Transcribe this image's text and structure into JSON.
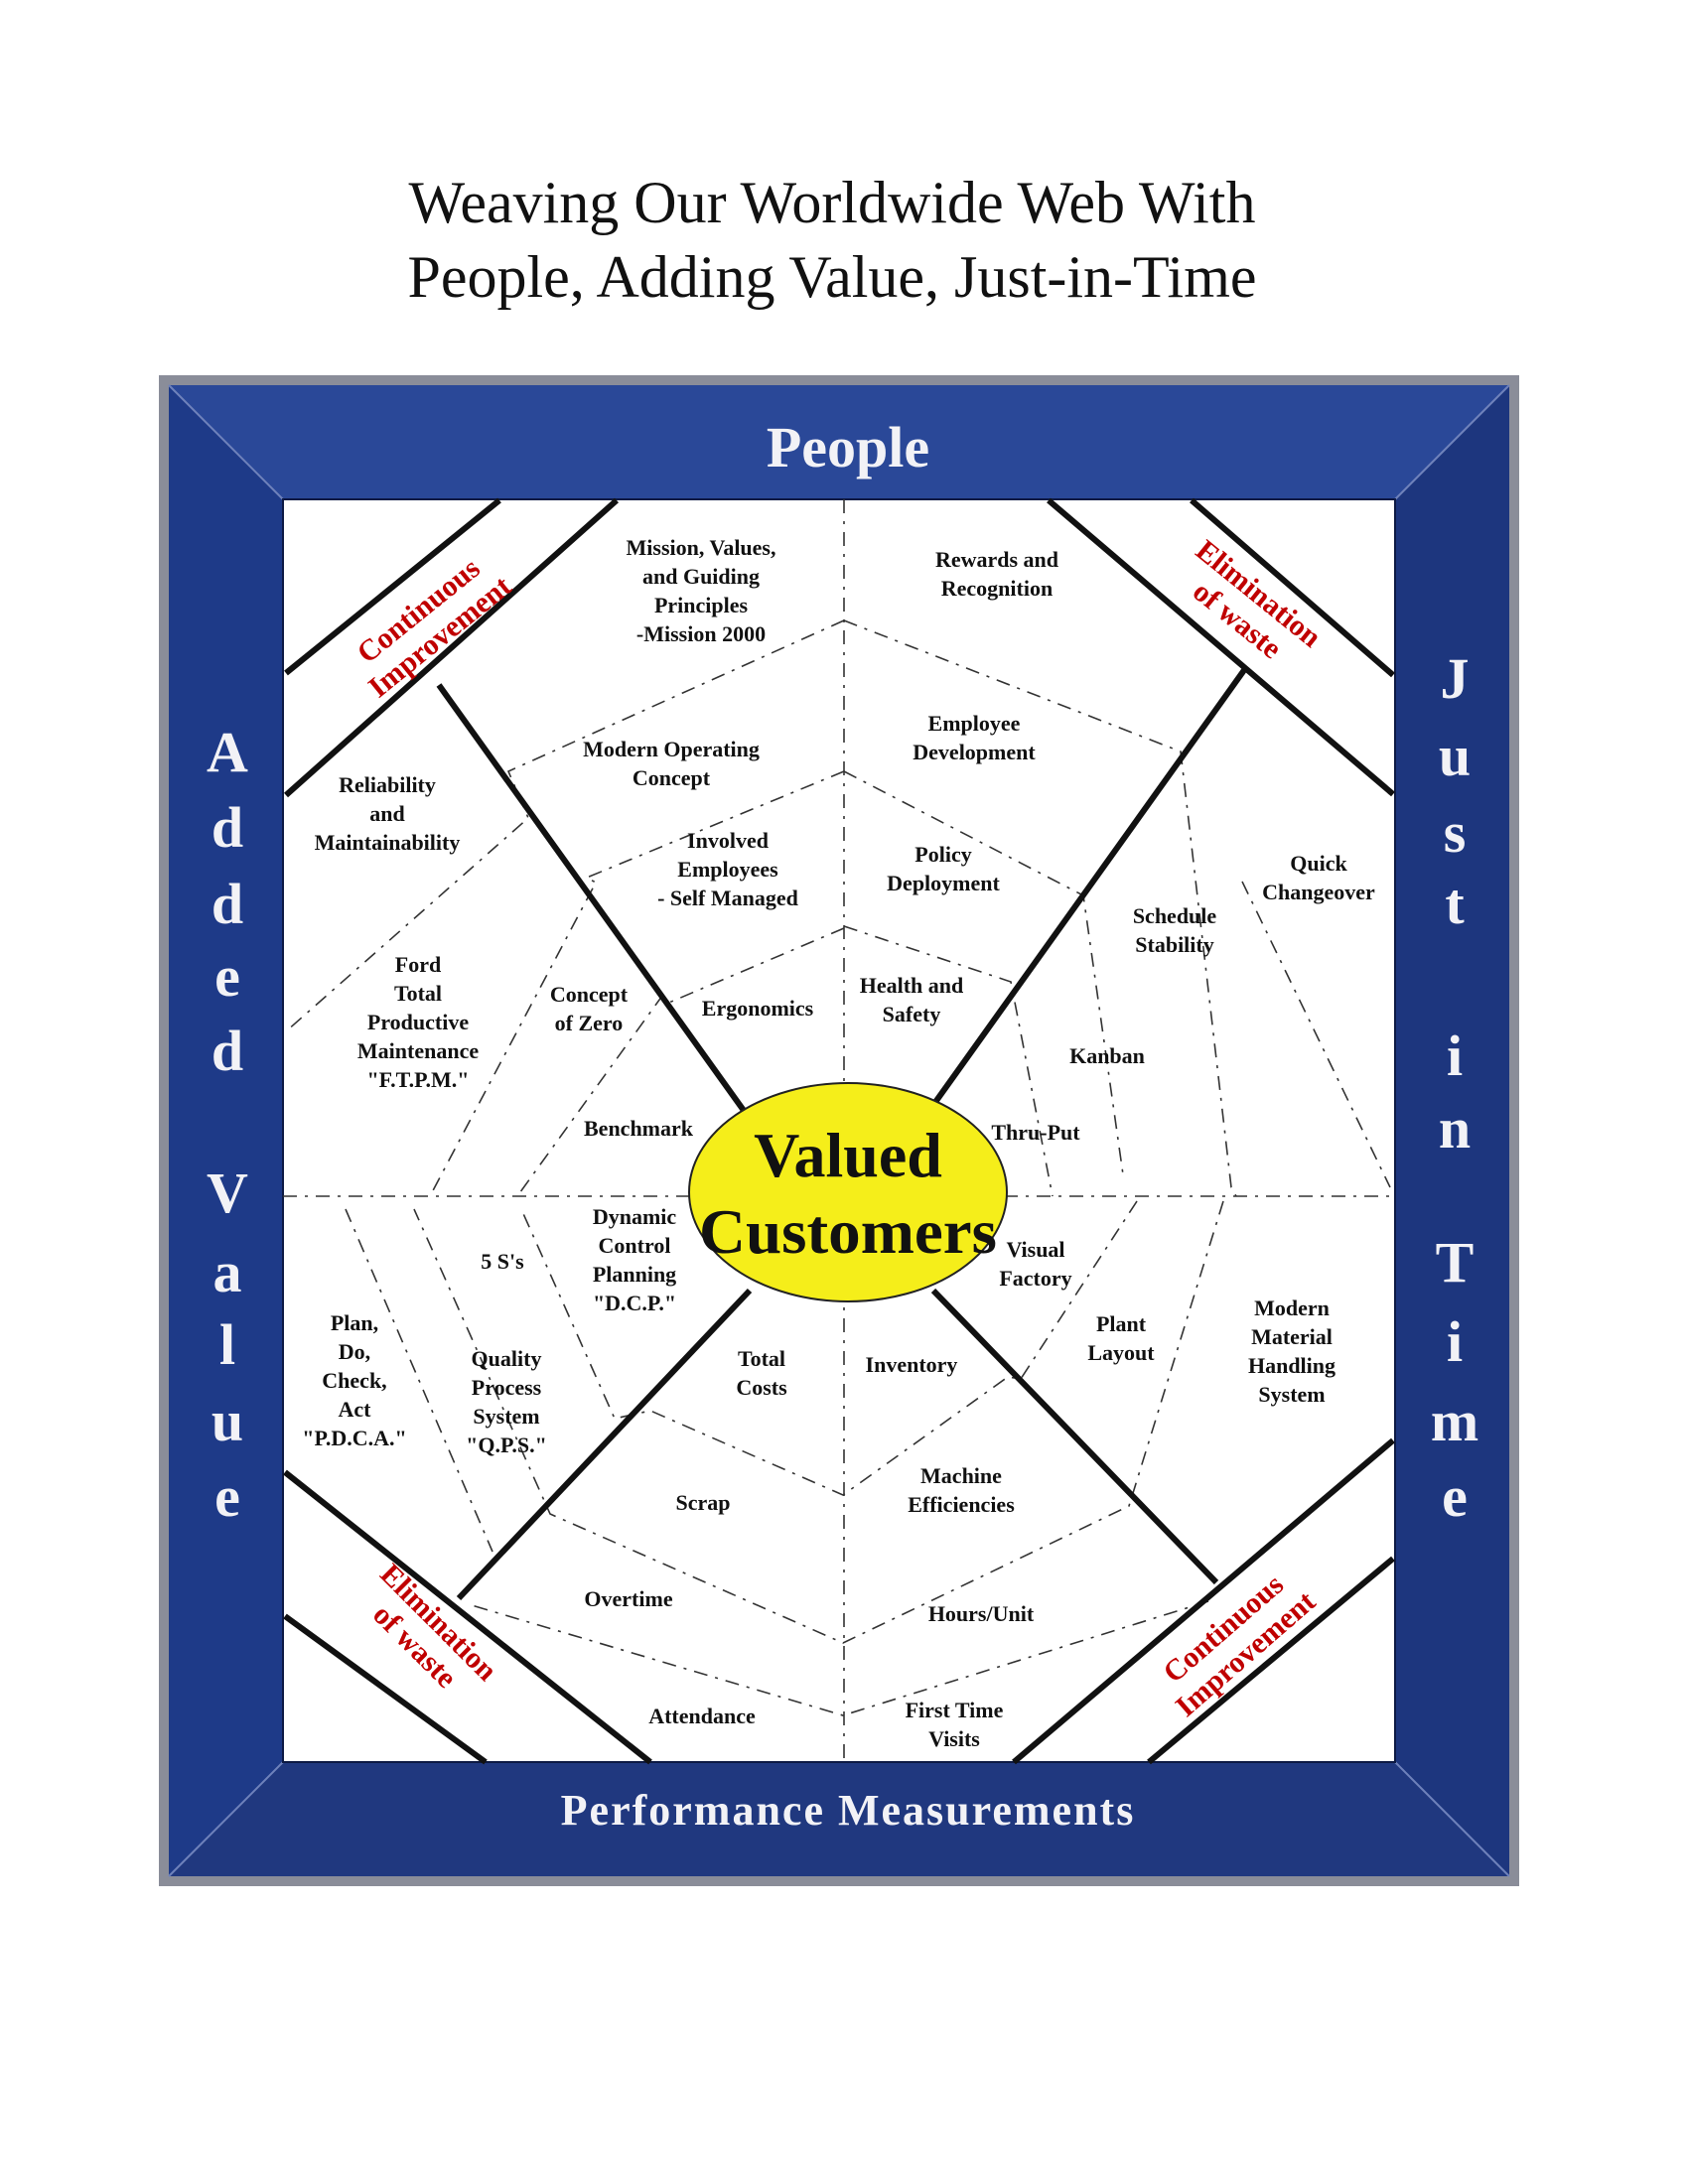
{
  "title": {
    "line1": "Weaving Our Worldwide Web With",
    "line2": "People, Adding Value, Just-in-Time"
  },
  "frame": {
    "top": "People",
    "bottom": "Performance Measurements",
    "left": "Added Value",
    "right": "Just in Time",
    "color": "#22408f"
  },
  "center": {
    "line1": "Valued",
    "line2": "Customers",
    "color": "#f5ee1a"
  },
  "bands": [
    {
      "lines": [
        "Continuous",
        "Improvement"
      ]
    },
    {
      "lines": [
        "Elimination",
        "of waste"
      ]
    },
    {
      "lines": [
        "Elimination",
        "of waste"
      ]
    },
    {
      "lines": [
        "Continuous",
        "Improvement"
      ]
    }
  ],
  "band_color": "#c00000",
  "labels": [
    {
      "lines": [
        "Mission, Values,",
        "and Guiding",
        "Principles",
        "-Mission 2000"
      ]
    },
    {
      "lines": [
        "Rewards and",
        "Recognition"
      ]
    },
    {
      "lines": [
        "Modern Operating",
        "Concept"
      ]
    },
    {
      "lines": [
        "Employee",
        "Development"
      ]
    },
    {
      "lines": [
        "Reliability",
        "and",
        "Maintainability"
      ]
    },
    {
      "lines": [
        "Involved",
        "Employees",
        "- Self Managed"
      ]
    },
    {
      "lines": [
        "Policy",
        "Deployment"
      ]
    },
    {
      "lines": [
        "Quick",
        "Changeover"
      ]
    },
    {
      "lines": [
        "Schedule",
        "Stability"
      ]
    },
    {
      "lines": [
        "Ford",
        "Total",
        "Productive",
        "Maintenance",
        "\"F.T.P.M.\""
      ]
    },
    {
      "lines": [
        "Concept",
        "of Zero"
      ]
    },
    {
      "lines": [
        "Ergonomics"
      ]
    },
    {
      "lines": [
        "Health and",
        "Safety"
      ]
    },
    {
      "lines": [
        "Kanban"
      ]
    },
    {
      "lines": [
        "Benchmark"
      ]
    },
    {
      "lines": [
        "Thru-Put"
      ]
    },
    {
      "lines": [
        "Dynamic",
        "Control",
        "Planning",
        "\"D.C.P.\""
      ]
    },
    {
      "lines": [
        "5 S's"
      ]
    },
    {
      "lines": [
        "Visual",
        "Factory"
      ]
    },
    {
      "lines": [
        "Plan,",
        "Do,",
        "Check,",
        "Act",
        "\"P.D.C.A.\""
      ]
    },
    {
      "lines": [
        "Plant",
        "Layout"
      ]
    },
    {
      "lines": [
        "Modern",
        "Material",
        "Handling",
        "System"
      ]
    },
    {
      "lines": [
        "Quality",
        "Process",
        "System",
        "\"Q.P.S.\""
      ]
    },
    {
      "lines": [
        "Total",
        "Costs"
      ]
    },
    {
      "lines": [
        "Inventory"
      ]
    },
    {
      "lines": [
        "Scrap"
      ]
    },
    {
      "lines": [
        "Machine",
        "Efficiencies"
      ]
    },
    {
      "lines": [
        "Overtime"
      ]
    },
    {
      "lines": [
        "Hours/Unit"
      ]
    },
    {
      "lines": [
        "Attendance"
      ]
    },
    {
      "lines": [
        "First Time",
        "Visits"
      ]
    }
  ]
}
